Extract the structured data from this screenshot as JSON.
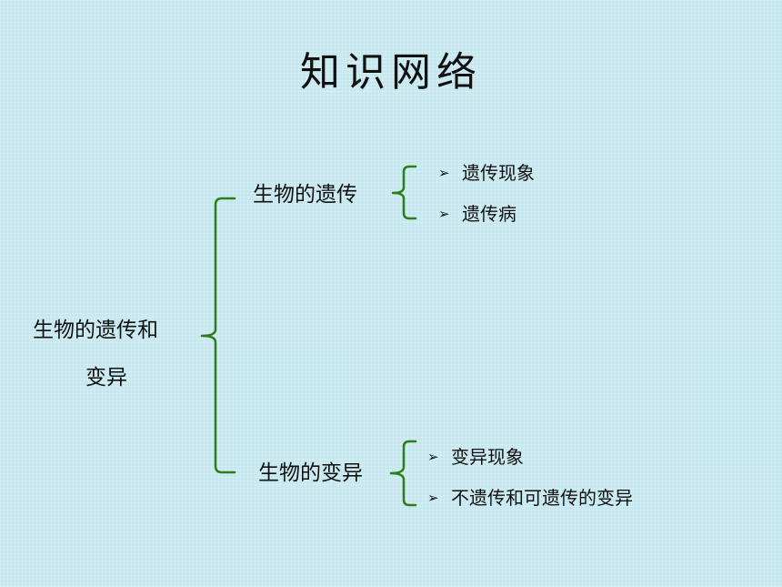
{
  "title": "知识网络",
  "root": {
    "line1": "生物的遗传和",
    "line2": "变异"
  },
  "branches": [
    {
      "label": "生物的遗传",
      "items": [
        "遗传现象",
        "遗传病"
      ]
    },
    {
      "label": "生物的变异",
      "items": [
        "变异现象",
        "不遗传和可遗传的变异"
      ]
    }
  ],
  "colors": {
    "bracket": "#2e7d1a",
    "background": "#c4e8f0"
  },
  "bullet_icon": "arrowhead-bullet"
}
